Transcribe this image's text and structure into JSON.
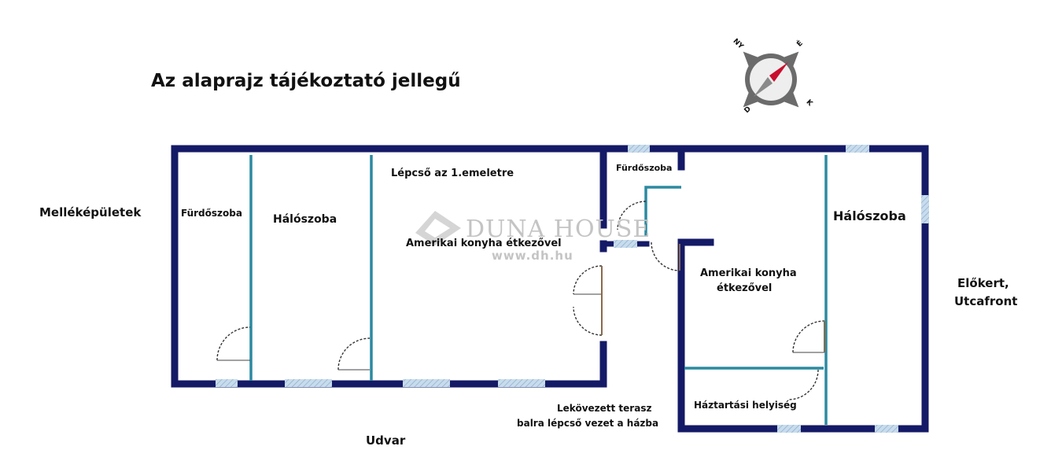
{
  "title": "Az alaprajz tájékoztató jellegű",
  "compass": {
    "ny": "NY",
    "e": "É",
    "d": "D",
    "k": "K"
  },
  "watermark": {
    "brand": "DUNA HOUSE",
    "url": "www.dh.hu"
  },
  "rooms": {
    "bath_left": "Fürdőszoba",
    "bedroom_left": "Hálószoba",
    "stairs": "Lépcső az 1.emeletre",
    "kitchen_left": "Amerikai konyha étkezővel",
    "bath_mid": "Fürdőszoba",
    "bedroom_right": "Hálószoba",
    "kitchen_right_line1": "Amerikai konyha",
    "kitchen_right_line2": "étkezővel",
    "utility": "Háztartási helyiség"
  },
  "outside": {
    "side_building": "Melléképületek",
    "terrace_line1": "Lekövezett terasz",
    "terrace_line2": "balra lépcső vezet a házba",
    "yard": "Udvar",
    "front_line1": "Előkert,",
    "front_line2": "Utcafront"
  },
  "colors": {
    "wall": "#141a66",
    "partition": "#2b8aa0",
    "window": "#a9c7de",
    "compass_red": "#c8102e",
    "compass_ring": "#6b6b6b"
  }
}
